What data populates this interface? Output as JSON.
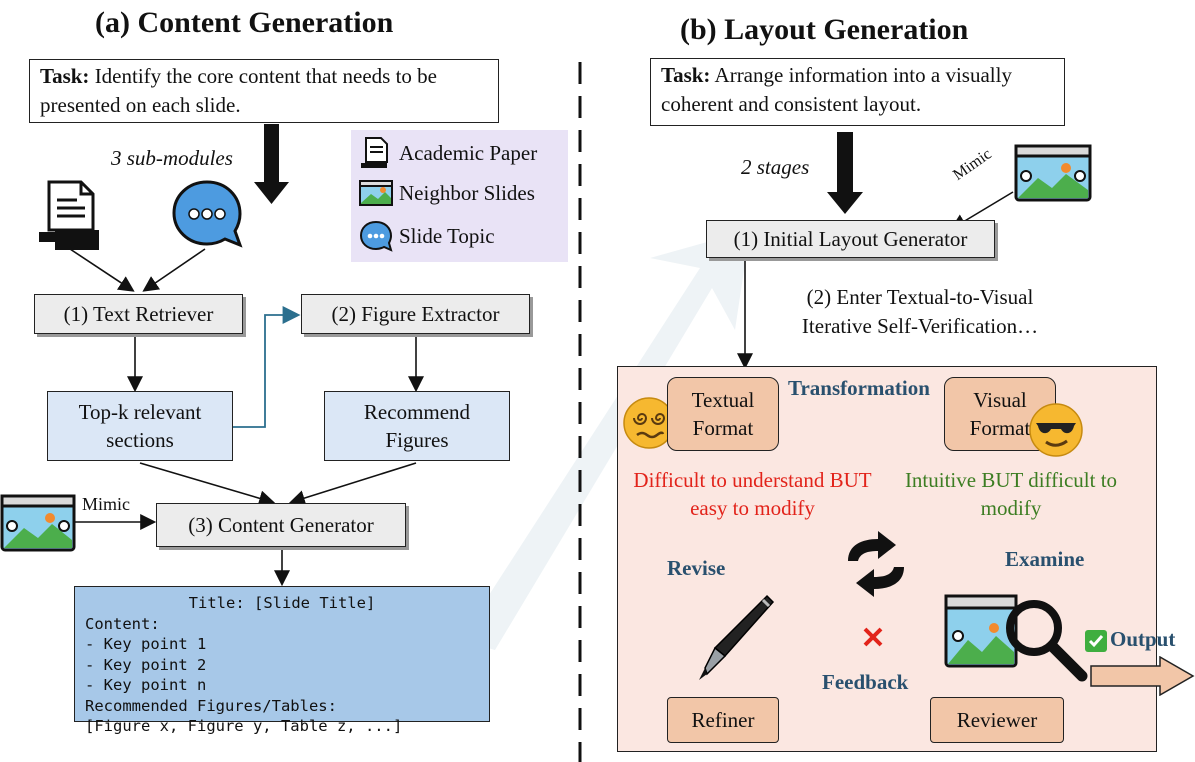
{
  "left": {
    "title": "(a) Content Generation",
    "task_label": "Task:",
    "task_text": " Identify the core content that needs to be presented on each slide.",
    "submodules_label": "3 sub-modules",
    "legend": [
      "Academic Paper",
      "Neighbor Slides",
      "Slide Topic"
    ],
    "text_retriever": "(1)  Text Retriever",
    "figure_extractor": "(2)  Figure Extractor",
    "topk": "Top-k relevant sections",
    "recommend": "Recommend Figures",
    "mimic": "Mimic",
    "content_generator": "(3)  Content Generator",
    "output_lines": [
      "Title: [Slide Title]",
      "Content:",
      "- Key point 1",
      "- Key point 2",
      "- Key point n",
      "Recommended Figures/Tables:",
      "[Figure x, Figure y, Table z, ...]"
    ]
  },
  "right": {
    "title": "(b) Layout Generation",
    "task_label": "Task:",
    "task_text": " Arrange information into a visually coherent and consistent layout.",
    "stages_label": "2 stages",
    "mimic": "Mimic",
    "initial_layout": "(1) Initial Layout Generator",
    "enter_text": "(2) Enter Textual-to-Visual Iterative Self-Verification…",
    "textual_format": "Textual Format",
    "transformation": "Transformation",
    "visual_format": "Visual Format",
    "difficult": "Difficult to understand BUT easy to modify",
    "intuitive": "Intuitive BUT difficult to modify",
    "revise": "Revise",
    "examine": "Examine",
    "feedback": "Feedback",
    "refiner": "Refiner",
    "reviewer": "Reviewer",
    "output": "Output"
  },
  "colors": {
    "gray_box": "#ececec",
    "blue_box": "#dbe7f6",
    "code_box": "#a7c8e8",
    "legend_bg": "#e9e3f6",
    "verify_bg": "#fbe7e1",
    "peach_box": "#f2c6a8",
    "red_text": "#e2231a",
    "green_text": "#3c7d22",
    "navy_text": "#29506e",
    "teal_arrow": "#2b6f8e"
  },
  "icons": [
    "document-icon",
    "chat-bubble-icon",
    "slide-thumbnail-icon",
    "dizzy-face-emoji",
    "sunglasses-face-emoji",
    "cycle-arrows-icon",
    "pen-icon",
    "magnifier-icon",
    "red-x-icon",
    "check-icon",
    "output-arrow-icon"
  ]
}
